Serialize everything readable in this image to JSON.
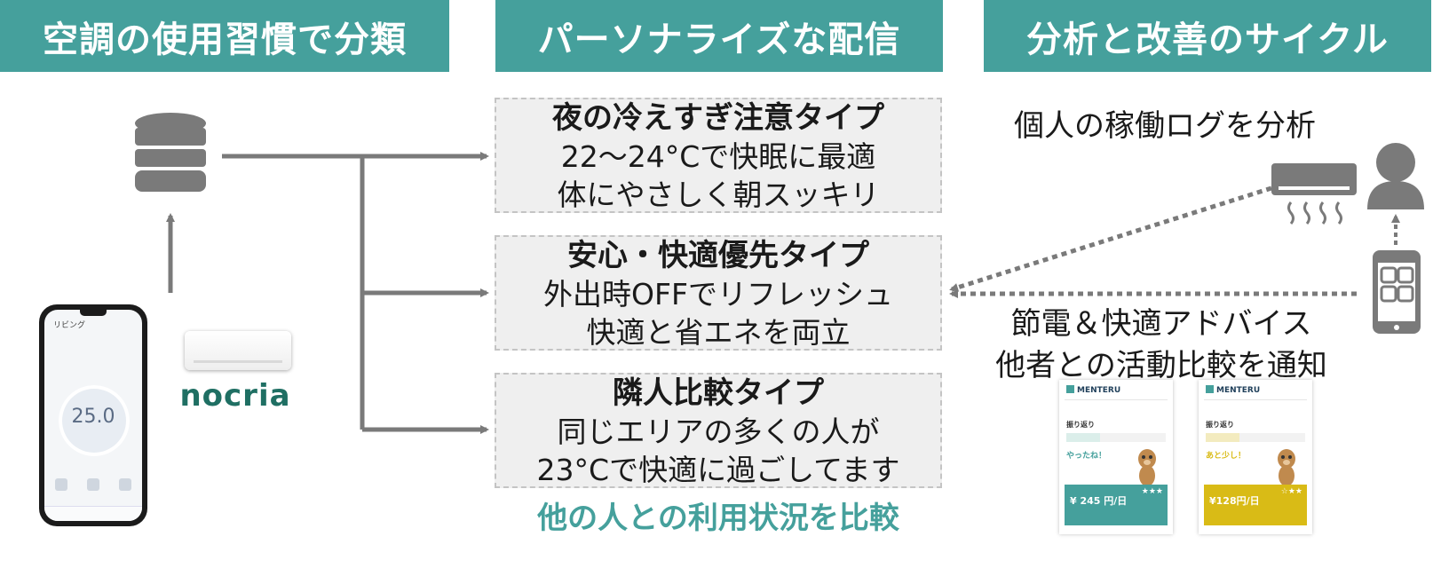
{
  "headers": {
    "col1": "空調の使用習慣で分類",
    "col2": "パーソナライズな配信",
    "col3": "分析と改善のサイクル"
  },
  "cards": [
    {
      "title": "夜の冷えすぎ注意タイプ",
      "line1": "22〜24°Cで快眠に最適",
      "line2": "体にやさしく朝スッキリ"
    },
    {
      "title": "安心・快適優先タイプ",
      "line1": "外出時OFFでリフレッシュ",
      "line2": "快適と省エネを両立"
    },
    {
      "title": "隣人比較タイプ",
      "line1": "同じエリアの多くの人が",
      "line2": "23°Cで快適に過ごしてます"
    }
  ],
  "footnote": "他の人との利用状況を比較",
  "right": {
    "analyze": "個人の稼働ログを分析",
    "advice_line1": "節電＆快適アドバイス",
    "advice_line2": "他者との活動比較を通知"
  },
  "devices": {
    "logo": "nocria",
    "phone_temp": "25.0",
    "phone_room": "リビング"
  },
  "apps": [
    {
      "brand": "MENTERU",
      "section": "振り返り",
      "message": "やったね！",
      "amount": "¥ 245 円/日",
      "stars": "★★★"
    },
    {
      "brand": "MENTERU",
      "section": "振り返り",
      "message": "あと少し！",
      "amount": "¥128円/日",
      "stars": "☆★★"
    }
  ],
  "colors": {
    "teal": "#45a09c",
    "gray_icon": "#7a7a7a",
    "yellow": "#d9bb16"
  },
  "icons": [
    "database-icon",
    "person-icon",
    "aircon-icon",
    "smartphone-app-icon"
  ]
}
